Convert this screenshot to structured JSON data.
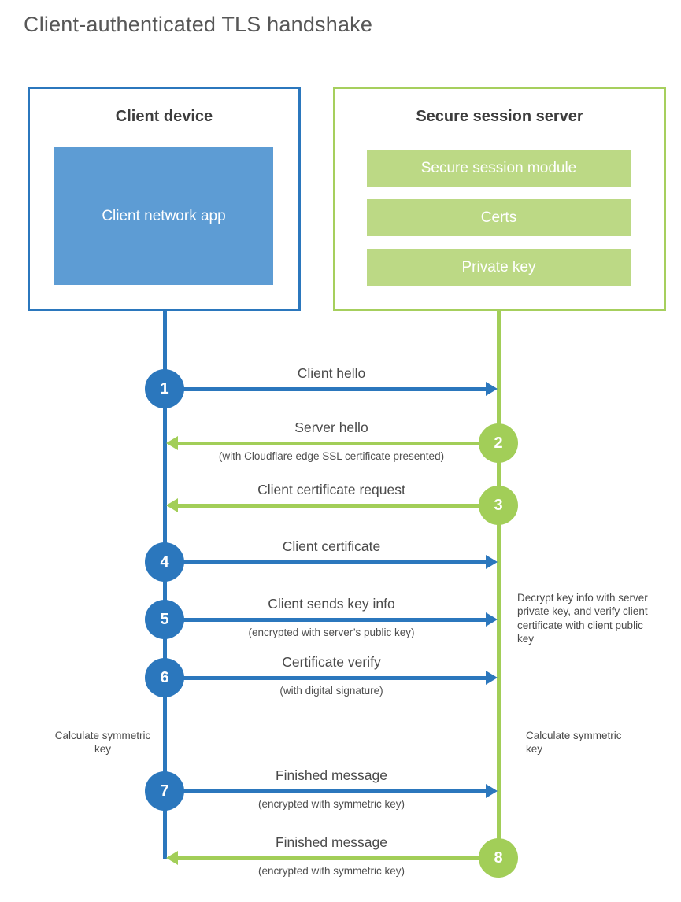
{
  "title": "Client-authenticated TLS handshake",
  "client_box": {
    "title": "Client device",
    "app_label": "Client network app"
  },
  "server_box": {
    "title": "Secure session server",
    "modules": [
      "Secure session module",
      "Certs",
      "Private key"
    ]
  },
  "steps": [
    {
      "num": "1",
      "label": "Client hello",
      "sub": "",
      "direction": "client-to-server"
    },
    {
      "num": "2",
      "label": "Server hello",
      "sub": "(with Cloudflare edge SSL certificate presented)",
      "direction": "server-to-client"
    },
    {
      "num": "3",
      "label": "Client certificate request",
      "sub": "",
      "direction": "server-to-client"
    },
    {
      "num": "4",
      "label": "Client certificate",
      "sub": "",
      "direction": "client-to-server"
    },
    {
      "num": "5",
      "label": "Client sends key info",
      "sub": "(encrypted with server’s public key)",
      "direction": "client-to-server"
    },
    {
      "num": "6",
      "label": "Certificate verify",
      "sub": "(with digital signature)",
      "direction": "client-to-server"
    },
    {
      "num": "7",
      "label": "Finished message",
      "sub": "(encrypted with symmetric key)",
      "direction": "client-to-server"
    },
    {
      "num": "8",
      "label": "Finished message",
      "sub": "(encrypted with symmetric key)",
      "direction": "server-to-client"
    }
  ],
  "annotations": {
    "decrypt_note": "Decrypt key info with server private key, and verify client certificate with client public key",
    "calculate_left": "Calculate symmetric key",
    "calculate_right": "Calculate symmetric key"
  },
  "colors": {
    "client_accent": "#2b77bd",
    "client_fill": "#5d9cd4",
    "server_accent": "#a2ce58",
    "server_fill": "#bcd985",
    "text_primary": "#4a4a4a",
    "title_gray": "#575757"
  }
}
